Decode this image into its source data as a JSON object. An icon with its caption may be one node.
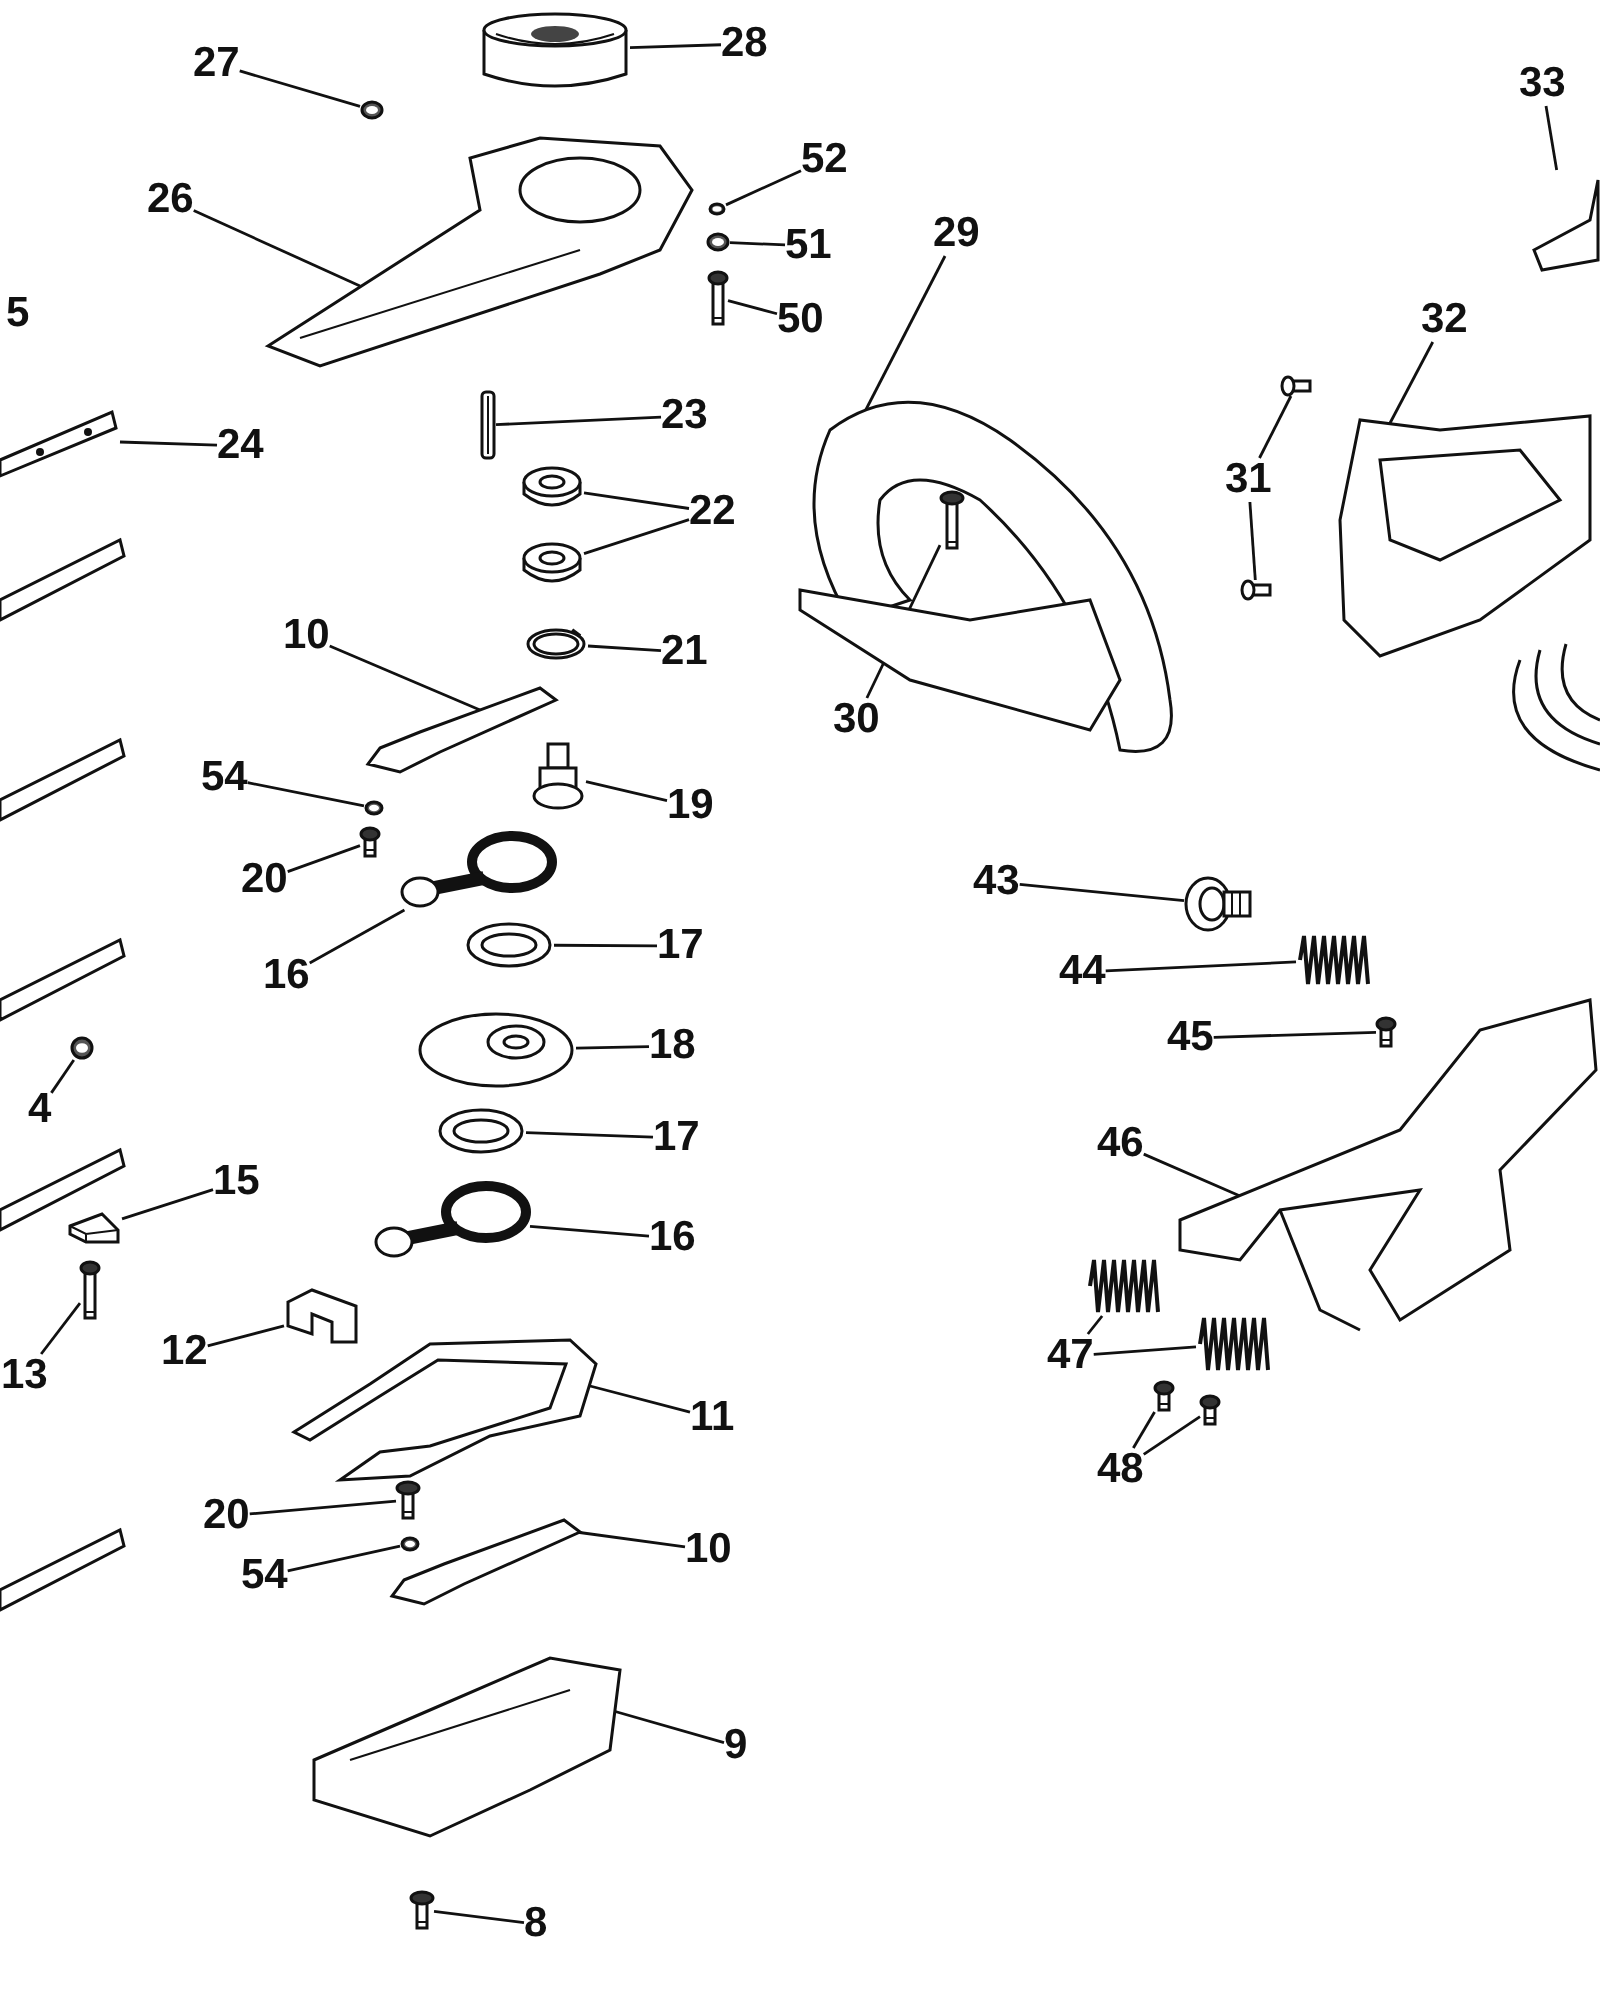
{
  "diagram": {
    "nodes": [
      {
        "text": [
          "27"
        ]
      },
      {
        "text": [],
        "shape": "picture"
      },
      {
        "text": [
          "28"
        ]
      },
      {
        "text": [],
        "shape": "picture"
      },
      {
        "text": [
          "26"
        ]
      },
      {
        "text": [],
        "shape": "picture"
      },
      {
        "text": [
          "52"
        ]
      },
      {
        "text": [],
        "shape": "picture"
      },
      {
        "text": [
          "51"
        ]
      },
      {
        "text": [],
        "shape": "picture"
      },
      {
        "text": [
          "50"
        ]
      },
      {
        "text": [],
        "shape": "picture"
      },
      {
        "text": [
          "29"
        ]
      },
      {
        "text": [],
        "shape": "picture"
      },
      {
        "text": [
          "33"
        ]
      },
      {
        "text": [],
        "shape": "picture"
      },
      {
        "text": [
          "32"
        ]
      },
      {
        "text": [],
        "shape": "picture"
      },
      {
        "text": [
          "31"
        ]
      },
      {
        "text": [],
        "shape": "picture"
      },
      {
        "text": [],
        "shape": "picture"
      },
      {
        "text": [
          "30"
        ]
      },
      {
        "text": [],
        "shape": "picture"
      },
      {
        "text": [
          "24"
        ]
      },
      {
        "text": [],
        "shape": "picture"
      },
      {
        "text": [
          "23"
        ]
      },
      {
        "text": [],
        "shape": "picture"
      },
      {
        "text": [
          "22"
        ]
      },
      {
        "text": [],
        "shape": "picture"
      },
      {
        "text": [],
        "shape": "picture"
      },
      {
        "text": [
          "21"
        ]
      },
      {
        "text": [],
        "shape": "picture"
      },
      {
        "text": [
          "10"
        ]
      },
      {
        "text": [],
        "shape": "picture"
      },
      {
        "text": [
          "54"
        ]
      },
      {
        "text": [],
        "shape": "picture"
      },
      {
        "text": [
          "20"
        ]
      },
      {
        "text": [],
        "shape": "picture"
      },
      {
        "text": [
          "19"
        ]
      },
      {
        "text": [],
        "shape": "picture"
      },
      {
        "text": [
          "16"
        ]
      },
      {
        "text": [],
        "shape": "picture"
      },
      {
        "text": [
          "17"
        ]
      },
      {
        "text": [],
        "shape": "picture"
      },
      {
        "text": [
          "18"
        ]
      },
      {
        "text": [],
        "shape": "picture"
      },
      {
        "text": [
          "17"
        ]
      },
      {
        "text": [],
        "shape": "picture"
      },
      {
        "text": [
          "16"
        ]
      },
      {
        "text": [],
        "shape": "picture"
      },
      {
        "text": [
          "43"
        ]
      },
      {
        "text": [],
        "shape": "picture"
      },
      {
        "text": [
          "44"
        ]
      },
      {
        "text": [],
        "shape": "picture"
      },
      {
        "text": [
          "45"
        ]
      },
      {
        "text": [],
        "shape": "picture"
      },
      {
        "text": [
          "46"
        ]
      },
      {
        "text": [],
        "shape": "picture"
      },
      {
        "text": [
          "4"
        ]
      },
      {
        "text": [],
        "shape": "picture"
      },
      {
        "text": [
          "15"
        ]
      },
      {
        "text": [],
        "shape": "picture"
      },
      {
        "text": [
          "13"
        ]
      },
      {
        "text": [],
        "shape": "picture"
      },
      {
        "text": [
          "12"
        ]
      },
      {
        "text": [],
        "shape": "picture"
      },
      {
        "text": [
          "11"
        ]
      },
      {
        "text": [],
        "shape": "picture"
      },
      {
        "text": [
          "47"
        ]
      },
      {
        "text": [],
        "shape": "picture"
      },
      {
        "text": [],
        "shape": "picture"
      },
      {
        "text": [
          "48"
        ]
      },
      {
        "text": [],
        "shape": "picture"
      },
      {
        "text": [],
        "shape": "picture"
      },
      {
        "text": [
          "20"
        ]
      },
      {
        "text": [],
        "shape": "picture"
      },
      {
        "text": [
          "54"
        ]
      },
      {
        "text": [],
        "shape": "picture"
      },
      {
        "text": [
          "10"
        ]
      },
      {
        "text": [],
        "shape": "picture"
      },
      {
        "text": [
          "9"
        ]
      },
      {
        "text": [],
        "shape": "picture"
      },
      {
        "text": [
          "8"
        ]
      },
      {
        "text": [],
        "shape": "picture"
      }
    ],
    "edges": [
      {
        "from": 0,
        "to": 1,
        "arrow": "none"
      },
      {
        "from": 2,
        "to": 3,
        "arrow": "none"
      },
      {
        "from": 4,
        "to": 5,
        "arrow": "none"
      },
      {
        "from": 6,
        "to": 7,
        "arrow": "none"
      },
      {
        "from": 8,
        "to": 9,
        "arrow": "none"
      },
      {
        "from": 10,
        "to": 11,
        "arrow": "none"
      },
      {
        "from": 12,
        "to": 13,
        "arrow": "none"
      },
      {
        "from": 14,
        "to": 15,
        "arrow": "none"
      },
      {
        "from": 16,
        "to": 17,
        "arrow": "none"
      },
      {
        "from": 18,
        "to": 19,
        "arrow": "none"
      },
      {
        "from": 18,
        "to": 20,
        "arrow": "none"
      },
      {
        "from": 21,
        "to": 22,
        "arrow": "none"
      },
      {
        "from": 23,
        "to": 24,
        "arrow": "none"
      },
      {
        "from": 25,
        "to": 26,
        "arrow": "none"
      },
      {
        "from": 27,
        "to": 28,
        "arrow": "none"
      },
      {
        "from": 27,
        "to": 29,
        "arrow": "none"
      },
      {
        "from": 30,
        "to": 31,
        "arrow": "none"
      },
      {
        "from": 32,
        "to": 33,
        "arrow": "none"
      },
      {
        "from": 34,
        "to": 35,
        "arrow": "none"
      },
      {
        "from": 36,
        "to": 37,
        "arrow": "none"
      },
      {
        "from": 38,
        "to": 39,
        "arrow": "none"
      },
      {
        "from": 40,
        "to": 41,
        "arrow": "none"
      },
      {
        "from": 42,
        "to": 43,
        "arrow": "none"
      },
      {
        "from": 44,
        "to": 45,
        "arrow": "none"
      },
      {
        "from": 46,
        "to": 47,
        "arrow": "none"
      },
      {
        "from": 48,
        "to": 49,
        "arrow": "none"
      },
      {
        "from": 50,
        "to": 51,
        "arrow": "none"
      },
      {
        "from": 52,
        "to": 53,
        "arrow": "none"
      },
      {
        "from": 54,
        "to": 55,
        "arrow": "none"
      },
      {
        "from": 56,
        "to": 57,
        "arrow": "none"
      },
      {
        "from": 58,
        "to": 59,
        "arrow": "none"
      },
      {
        "from": 60,
        "to": 61,
        "arrow": "none"
      },
      {
        "from": 62,
        "to": 63,
        "arrow": "none"
      },
      {
        "from": 64,
        "to": 65,
        "arrow": "none"
      },
      {
        "from": 66,
        "to": 67,
        "arrow": "none"
      },
      {
        "from": 68,
        "to": 69,
        "arrow": "none"
      },
      {
        "from": 68,
        "to": 70,
        "arrow": "none"
      },
      {
        "from": 71,
        "to": 72,
        "arrow": "none"
      },
      {
        "from": 71,
        "to": 73,
        "arrow": "none"
      },
      {
        "from": 74,
        "to": 75,
        "arrow": "none"
      },
      {
        "from": 76,
        "to": 77,
        "arrow": "none"
      },
      {
        "from": 78,
        "to": 79,
        "arrow": "none"
      },
      {
        "from": 80,
        "to": 81,
        "arrow": "none"
      },
      {
        "from": 82,
        "to": 83,
        "arrow": "none"
      }
    ],
    "labels": [
      "5"
    ]
  }
}
